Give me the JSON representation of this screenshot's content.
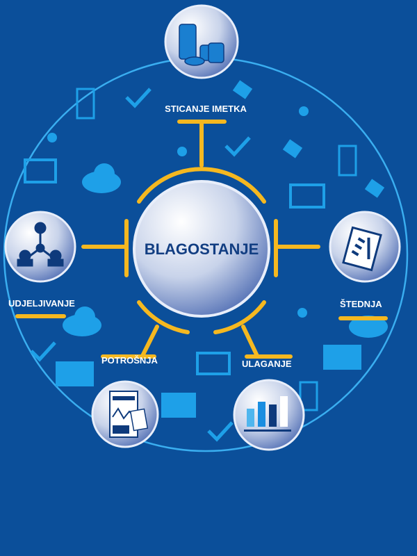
{
  "diagram": {
    "center": "BLAGOSTANJE",
    "nodes": [
      {
        "id": "sticanje",
        "label": "STICANJE IMETKA",
        "icon": "coins-icon"
      },
      {
        "id": "udjelivanje",
        "label": "UDJELJIVANJE",
        "icon": "people-network-icon"
      },
      {
        "id": "stednja",
        "label": "ŠTEDNJA",
        "icon": "clipboard-checklist-icon"
      },
      {
        "id": "potrosnja",
        "label": "POTROŠNJA",
        "icon": "documents-chart-icon"
      },
      {
        "id": "ulaganje",
        "label": "ULAGANJE",
        "icon": "bar-chart-icon"
      }
    ],
    "colors": {
      "background": "#0b4f9a",
      "ring": "#3aaef0",
      "connector": "#f5b820",
      "icon": "#1ea0e8",
      "center_text": "#123e82"
    }
  }
}
